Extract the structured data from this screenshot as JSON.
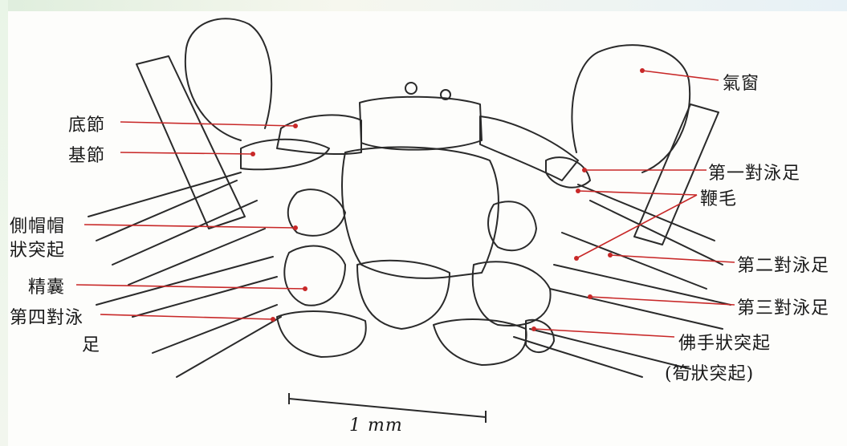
{
  "colors": {
    "leader_line": "#c82828",
    "ink": "#2a2a2a",
    "background": "#fdfdfb"
  },
  "labels": {
    "qi_chuang": "氣窗",
    "di_jie": "底節",
    "ji_jie": "基節",
    "di_yi_dui_yong_zu": "第一對泳足",
    "bian_mao": "鞭毛",
    "ce_mao_zhuang_tu_qi_line1": "側帽帽",
    "ce_mao_zhuang_tu_qi_line2": "狀突起",
    "jing_nang": "精囊",
    "di_er_dui_yong_zu": "第二對泳足",
    "di_san_dui_yong_zu": "第三對泳足",
    "di_si_dui_yong_zu_line1": "第四對泳",
    "di_si_dui_yong_zu_line2": "足",
    "fo_shou_zhuang_tu_qi": "佛手狀突起",
    "xun_zhuang_tu_qi": "(筍狀突起)"
  },
  "scale_bar": {
    "label": "1 mm"
  }
}
